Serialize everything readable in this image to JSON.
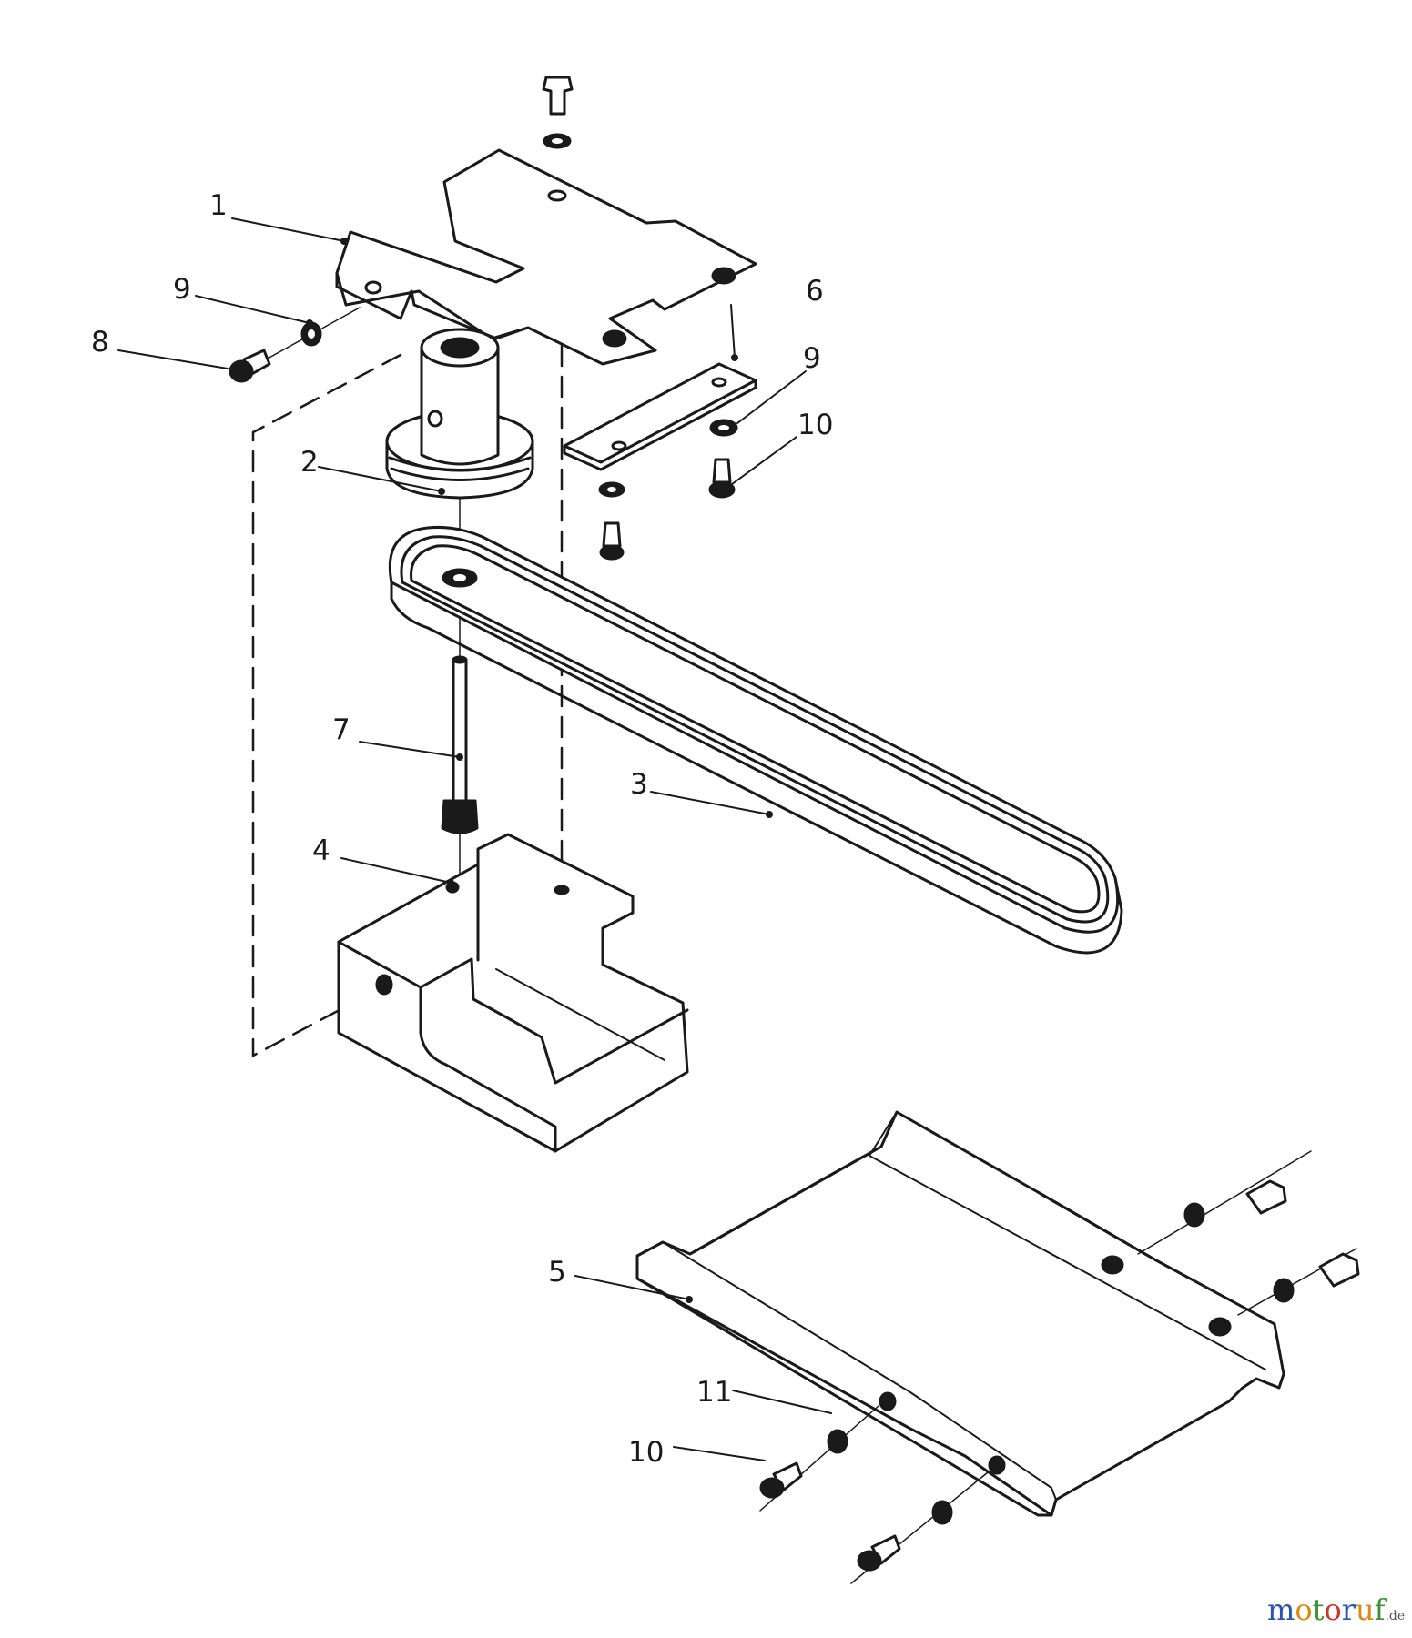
{
  "callouts": {
    "c1": "1",
    "c2": "2",
    "c3": "3",
    "c4": "4",
    "c5": "5",
    "c6": "6",
    "c7": "7",
    "c8": "8",
    "c9a": "9",
    "c9b": "9",
    "c10a": "10",
    "c10b": "10",
    "c11": "11"
  },
  "watermark": {
    "letters": [
      "m",
      "o",
      "t",
      "o",
      "r",
      "u",
      "f"
    ],
    "colors": [
      "#2a55a8",
      "#d98a1a",
      "#3d8f3a",
      "#c23a2a",
      "#2a55a8",
      "#d98a1a",
      "#3d8f3a"
    ],
    "suffix": ".de"
  }
}
